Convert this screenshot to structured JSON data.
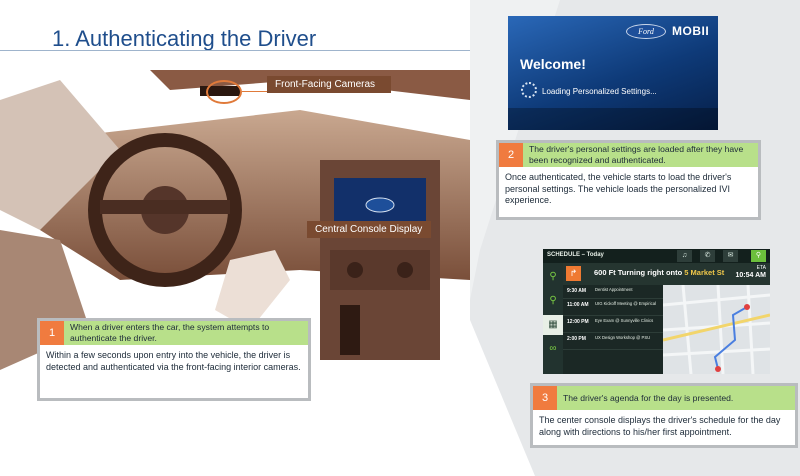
{
  "title": "1.  Authenticating the Driver",
  "labels": {
    "front_cameras": "Front-Facing Cameras",
    "console": "Central Console Display"
  },
  "card1": {
    "num": "1",
    "headline": "When a driver enters the car, the system attempts to authenticate the driver.",
    "body": "Within a few seconds upon entry into the vehicle, the driver is detected and authenticated via the front-facing interior cameras."
  },
  "card2": {
    "num": "2",
    "headline": "The driver's personal settings are loaded after they have been recognized and authenticated.",
    "body": "Once authenticated, the vehicle starts to load the driver's personal settings. The vehicle loads the personalized IVI experience."
  },
  "card3": {
    "num": "3",
    "headline": "The driver's agenda for the day is presented.",
    "body": "The center console displays the driver's schedule for the day along with directions to his/her first appointment."
  },
  "mobii": {
    "ford": "Ford",
    "brand": "MOBII",
    "welcome": "Welcome!",
    "loading": "Loading Personalized Settings..."
  },
  "ivi": {
    "header": "SCHEDULE – Today",
    "direction_prefix": "600 Ft Turning right onto ",
    "direction_street": "5 Market St",
    "eta_label": "ETA",
    "eta_time": "10:54 AM",
    "events": [
      {
        "time": "",
        "name": "Dentist Appointment"
      },
      {
        "time": "11:00 AM",
        "name": "UIG Kickoff Meeting @ Empirical"
      },
      {
        "time": "12:00 PM",
        "name": "Eye Exam @ Sunnyville Clinics"
      },
      {
        "time": "2:00 PM",
        "name": "UX Design Workshop @ PSU"
      }
    ],
    "first_time": "9:30 AM"
  },
  "colors": {
    "accent_orange": "#f07b3f",
    "highlight_green": "#b8e08a",
    "title_blue": "#1f4e8c",
    "label_brown": "#7a4a30",
    "ivi_green": "#6cbf3c"
  }
}
